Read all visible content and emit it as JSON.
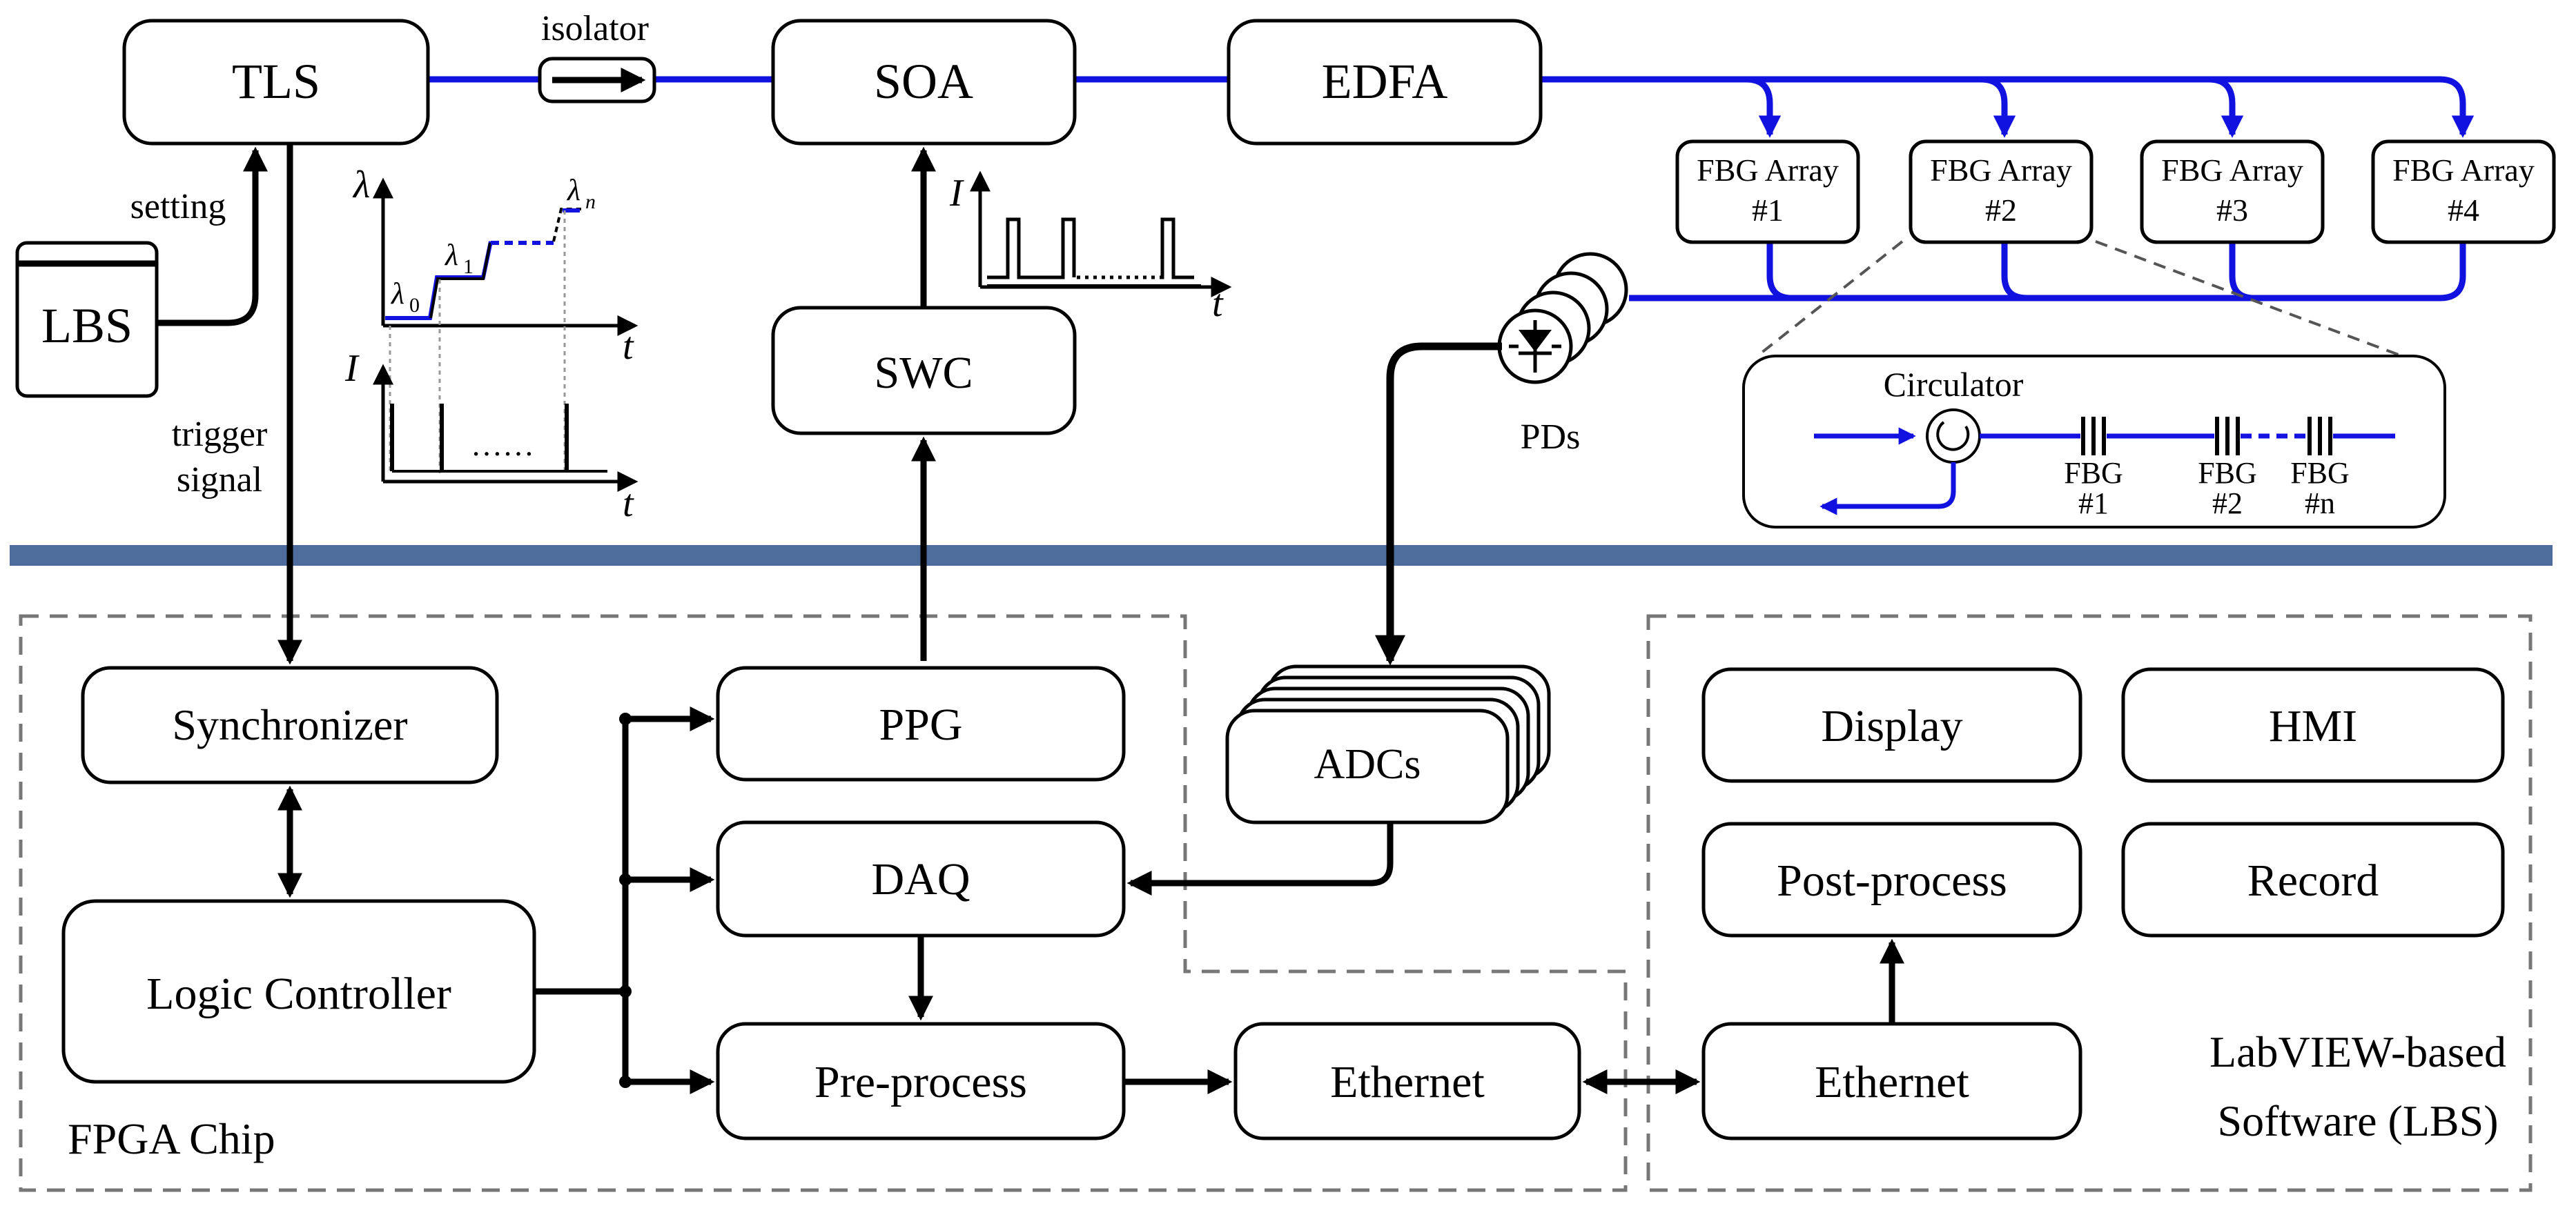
{
  "blocks": {
    "tls": "TLS",
    "soa": "SOA",
    "edfa": "EDFA",
    "lbs": "LBS",
    "swc": "SWC",
    "synchronizer": "Synchronizer",
    "logic_controller": "Logic Controller",
    "ppg": "PPG",
    "daq": "DAQ",
    "pre_process": "Pre-process",
    "ethernet_fpga": "Ethernet",
    "adcs": "ADCs",
    "display": "Display",
    "hmi": "HMI",
    "post_process": "Post-process",
    "record": "Record",
    "ethernet_pc": "Ethernet"
  },
  "fbg_arrays": [
    {
      "title": "FBG Array",
      "num": "#1"
    },
    {
      "title": "FBG Array",
      "num": "#2"
    },
    {
      "title": "FBG Array",
      "num": "#3"
    },
    {
      "title": "FBG Array",
      "num": "#4"
    }
  ],
  "labels": {
    "isolator": "isolator",
    "setting": "setting",
    "trigger_1": "trigger",
    "trigger_2": "signal",
    "pds": "PDs",
    "circulator": "Circulator",
    "fpga_chip": "FPGA Chip",
    "labview_1": "LabVIEW-based",
    "labview_2": "Software (LBS)"
  },
  "fbg_detail": [
    {
      "title": "FBG",
      "num": "#1"
    },
    {
      "title": "FBG",
      "num": "#2"
    },
    {
      "title": "FBG",
      "num": "#n"
    }
  ],
  "plots": {
    "lambda_axis": "λ",
    "t_axis": "t",
    "i_axis": "I",
    "lambda_0": "λ",
    "lambda_0_sub": "0",
    "lambda_1": "λ",
    "lambda_1_sub": "1",
    "lambda_n": "λ",
    "lambda_n_sub": "n",
    "dots": "……",
    "dots_soa": "…….."
  },
  "colors": {
    "optical_path": "#1212e0",
    "separator": "#4e6d9c",
    "dashed_region": "#777777"
  }
}
